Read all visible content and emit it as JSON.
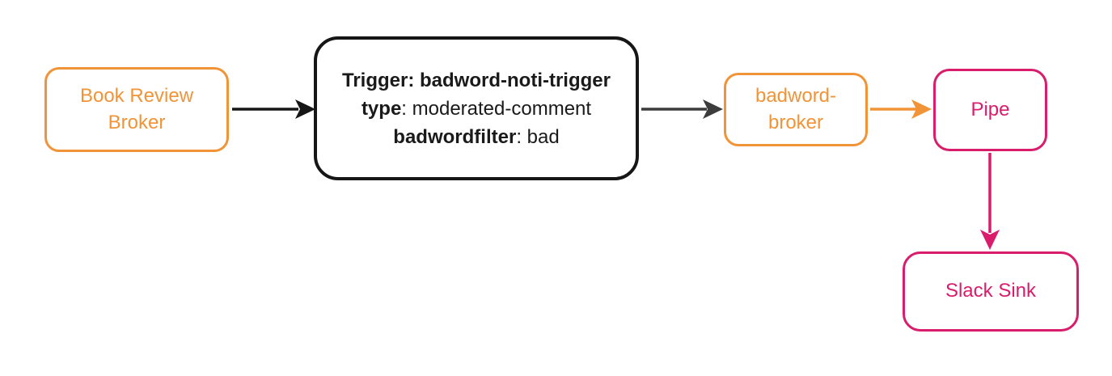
{
  "diagram": {
    "background": "#ffffff",
    "colors": {
      "orange": "#F09437",
      "pink": "#D91C6B",
      "black": "#161616",
      "gray_edge": "#3C3C3C"
    },
    "nodes": {
      "book_review_broker": {
        "label": "Book Review Broker"
      },
      "trigger": {
        "lines": [
          {
            "bold": "Trigger: badword-noti-trigger",
            "rest": ""
          },
          {
            "bold": "type",
            "rest": ": moderated-comment"
          },
          {
            "bold": "badwordfilter",
            "rest": ": bad"
          }
        ]
      },
      "badword_broker": {
        "label": "badword-broker"
      },
      "pipe": {
        "label": "Pipe"
      },
      "slack_sink": {
        "label": "Slack Sink"
      }
    },
    "edges": [
      {
        "from": "book-review-broker",
        "to": "trigger",
        "color": "#161616"
      },
      {
        "from": "trigger",
        "to": "badword-broker",
        "color": "#3C3C3C"
      },
      {
        "from": "badword-broker",
        "to": "pipe",
        "color": "#F09437"
      },
      {
        "from": "pipe",
        "to": "slack-sink",
        "color": "#D91C6B"
      }
    ]
  }
}
